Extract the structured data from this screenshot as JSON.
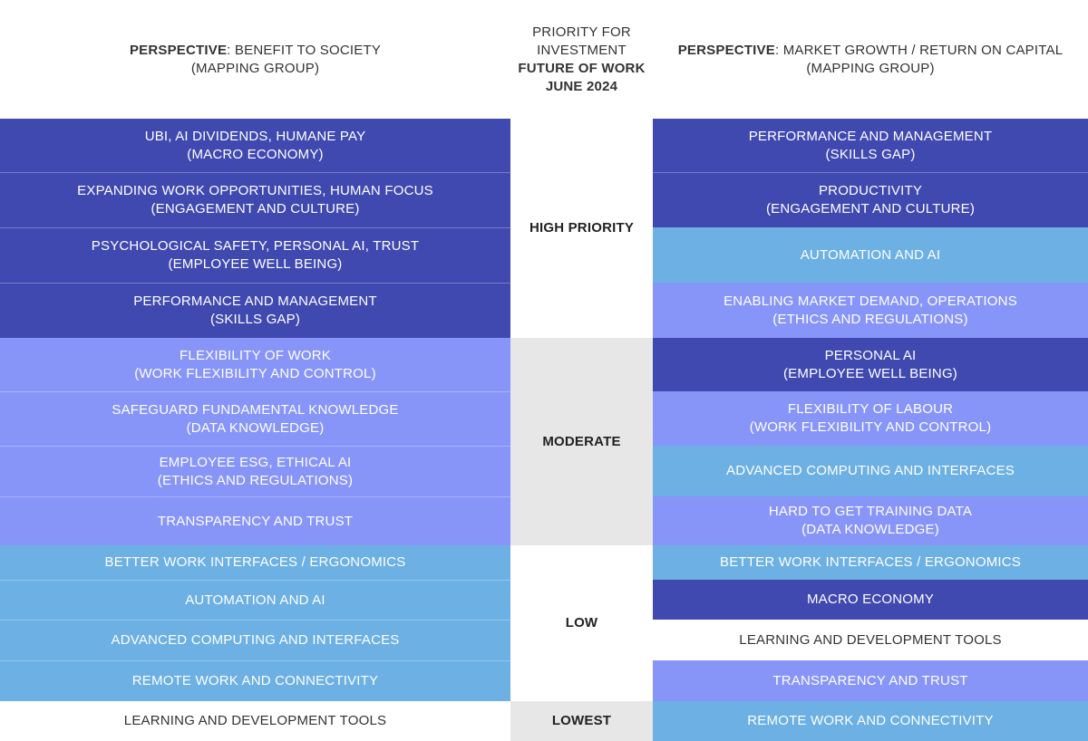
{
  "colors": {
    "dark": "#4049b0",
    "medium": "#8895f8",
    "light": "#6cb0e4",
    "white": "#ffffff",
    "mid_header": "#ffffff",
    "mid_high": "#ffffff",
    "mid_moderate": "#e7e7e7",
    "mid_low": "#ffffff",
    "mid_lowest": "#e7e7e7"
  },
  "header": {
    "left": {
      "label_bold": "PERSPECTIVE",
      "label_rest": ": BENEFIT TO SOCIETY",
      "sub": "(MAPPING GROUP)"
    },
    "middle": {
      "line1": "PRIORITY FOR",
      "line2": "INVESTMENT",
      "line3": "FUTURE OF WORK",
      "line4": "JUNE 2024"
    },
    "right": {
      "label_bold": "PERSPECTIVE",
      "label_rest": ": MARKET GROWTH / RETURN ON CAPITAL",
      "sub": "(MAPPING GROUP)"
    }
  },
  "priority_labels": {
    "high": "HIGH PRIORITY",
    "moderate": "MODERATE",
    "low": "LOW",
    "lowest": "LOWEST"
  },
  "left_rows": [
    {
      "line1": "UBI, AI DIVIDENDS, HUMANE PAY",
      "line2": "(MACRO ECONOMY)",
      "shade": "dark"
    },
    {
      "line1": "EXPANDING WORK OPPORTUNITIES, HUMAN FOCUS",
      "line2": "(ENGAGEMENT AND CULTURE)",
      "shade": "dark"
    },
    {
      "line1": "PSYCHOLOGICAL SAFETY, PERSONAL AI, TRUST",
      "line2": "(EMPLOYEE WELL BEING)",
      "shade": "dark"
    },
    {
      "line1": "PERFORMANCE AND MANAGEMENT",
      "line2": "(SKILLS GAP)",
      "shade": "dark"
    },
    {
      "line1": "FLEXIBILITY OF WORK",
      "line2": "(WORK FLEXIBILITY AND CONTROL)",
      "shade": "medium"
    },
    {
      "line1": "SAFEGUARD FUNDAMENTAL KNOWLEDGE",
      "line2": "(DATA KNOWLEDGE)",
      "shade": "medium"
    },
    {
      "line1": "EMPLOYEE ESG, ETHICAL AI",
      "line2": "(ETHICS AND REGULATIONS)",
      "shade": "medium"
    },
    {
      "line1": "TRANSPARENCY AND TRUST",
      "line2": "",
      "shade": "medium"
    },
    {
      "line1": "BETTER WORK INTERFACES / ERGONOMICS",
      "line2": "",
      "shade": "light"
    },
    {
      "line1": "AUTOMATION AND AI",
      "line2": "",
      "shade": "light"
    },
    {
      "line1": "ADVANCED COMPUTING AND INTERFACES",
      "line2": "",
      "shade": "light"
    },
    {
      "line1": "REMOTE WORK AND CONNECTIVITY",
      "line2": "",
      "shade": "light"
    },
    {
      "line1": "LEARNING AND DEVELOPMENT TOOLS",
      "line2": "",
      "shade": "white"
    }
  ],
  "right_rows": [
    {
      "line1": "PERFORMANCE AND MANAGEMENT",
      "line2": "(SKILLS GAP)",
      "shade": "dark"
    },
    {
      "line1": "PRODUCTIVITY",
      "line2": "(ENGAGEMENT AND CULTURE)",
      "shade": "dark"
    },
    {
      "line1": "AUTOMATION AND AI",
      "line2": "",
      "shade": "light"
    },
    {
      "line1": "ENABLING MARKET DEMAND, OPERATIONS",
      "line2": "(ETHICS AND REGULATIONS)",
      "shade": "medium"
    },
    {
      "line1": "PERSONAL AI",
      "line2": "(EMPLOYEE WELL BEING)",
      "shade": "dark"
    },
    {
      "line1": "FLEXIBILITY OF LABOUR",
      "line2": "(WORK FLEXIBILITY AND CONTROL)",
      "shade": "medium"
    },
    {
      "line1": "ADVANCED COMPUTING AND INTERFACES",
      "line2": "",
      "shade": "light"
    },
    {
      "line1": "HARD TO GET TRAINING DATA",
      "line2": "(DATA KNOWLEDGE)",
      "shade": "medium"
    },
    {
      "line1": "BETTER WORK INTERFACES / ERGONOMICS",
      "line2": "",
      "shade": "light"
    },
    {
      "line1": "MACRO ECONOMY",
      "line2": "",
      "shade": "dark"
    },
    {
      "line1": "LEARNING AND DEVELOPMENT TOOLS",
      "line2": "",
      "shade": "white"
    },
    {
      "line1": "TRANSPARENCY AND TRUST",
      "line2": "",
      "shade": "medium"
    },
    {
      "line1": "REMOTE WORK AND CONNECTIVITY",
      "line2": "",
      "shade": "light"
    }
  ]
}
